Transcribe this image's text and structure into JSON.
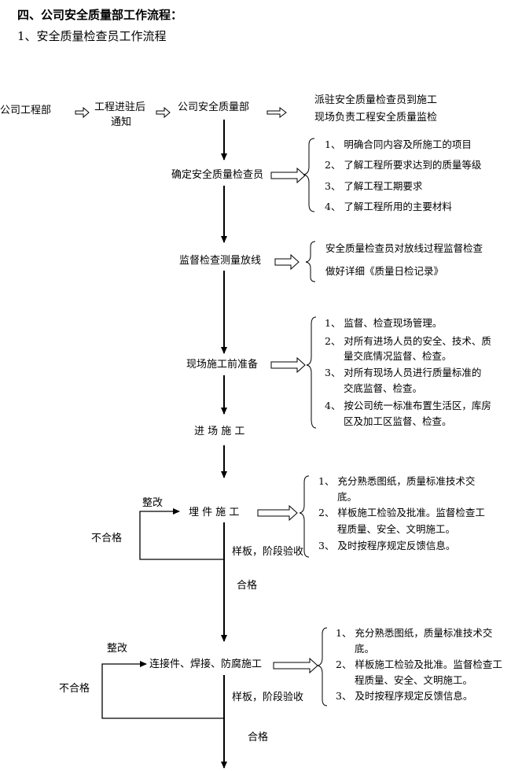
{
  "heading": "四、公司安全质量部工作流程：",
  "subheading": "1、安全质量检查员工作流程",
  "flow": {
    "dept": "公司工程部",
    "enter_line1": "工程进驻后",
    "enter_line2": "通知",
    "safety_dept": "公司安全质量部",
    "assign_line1": "派驻安全质量检查员到施工",
    "assign_line2": "现场负责工程安全质量监检",
    "determine": "确定安全质量检查员",
    "determine_items": [
      "1、  明确合同内容及所施工的项目",
      "2、  了解工程所要求达到的质量等级",
      "3、  了解工程工期要求",
      "4、  了解工程所用的主要材料"
    ],
    "supervise": "监督检查测量放线",
    "supervise_line1": "安全质量检查员对放线过程监督检查",
    "supervise_line2": "做好详细《质量日检记录》",
    "prep": "现场施工前准备",
    "prep_lines": [
      "1、  监督、检查现场管理。",
      "2、  对所有进场人员的安全、技术、质",
      "量交底情况监督、检查。",
      "3、  对所有现场人员进行质量标准的",
      "交底监督、检查。",
      "4、  按公司统一标准布置生活区，库房",
      "区及加工区监督、检查。"
    ],
    "enter_site": "进 场 施 工",
    "stage1": {
      "name": "埋 件 施 工",
      "rework": "整改",
      "fail": "不合格",
      "check": "样板，阶段验收",
      "pass": "合格",
      "lines": [
        "1、  充分熟悉图纸，质量标准技术交",
        "底。",
        "2、  样板施工检验及批准。监督检查工",
        "程质量、安全、文明施工。",
        "3、  及时按程序规定反馈信息。"
      ]
    },
    "stage2": {
      "name": "连接件、焊接、防腐施工",
      "rework": "整改",
      "fail": "不合格",
      "check": "样板，阶段验收",
      "pass": "合格",
      "lines": [
        "1、  充分熟悉图纸，质量标准技术交",
        "底。",
        "2、  样板施工检验及批准。监督检查工",
        "程质量、安全、文明施工。",
        "3、  及时按程序规定反馈信息。"
      ]
    }
  }
}
